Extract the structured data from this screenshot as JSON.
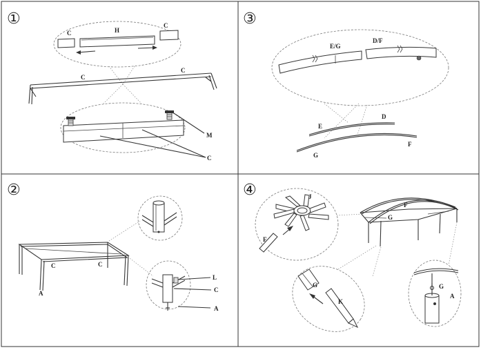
{
  "panels": [
    {
      "number": "①",
      "labels": {
        "c_left": "C",
        "h": "H",
        "c_right": "C",
        "c_beam_left": "C",
        "c_beam_right": "C",
        "m": "M",
        "c_bottom": "C"
      }
    },
    {
      "number": "③",
      "labels": {
        "eg": "E/G",
        "df": "D/F",
        "e": "E",
        "d": "D",
        "f": "F",
        "g": "G"
      }
    },
    {
      "number": "②",
      "labels": {
        "c1": "C",
        "c2": "C",
        "a": "A",
        "l": "L",
        "c3": "C",
        "a2": "A"
      }
    },
    {
      "number": "④",
      "labels": {
        "j": "J",
        "f_hub": "F",
        "f_roof": "F",
        "g_roof": "G",
        "g_detail": "G",
        "k": "K",
        "g_cap": "G",
        "a_cap": "A"
      }
    }
  ]
}
